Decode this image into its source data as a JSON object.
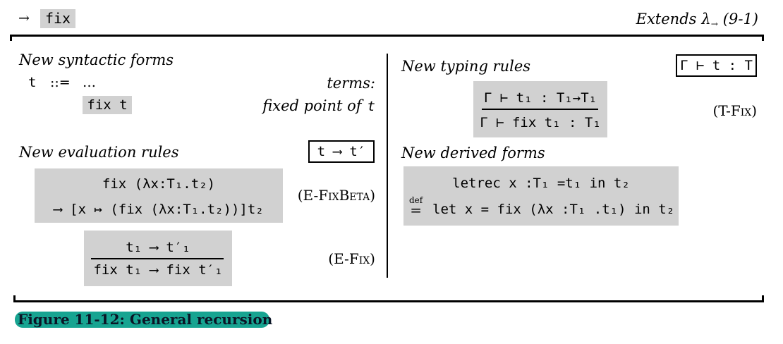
{
  "header": {
    "arrow": "→",
    "feature": "fix",
    "extends": "Extends",
    "lambda": "λ",
    "lambda_sub": "→",
    "ref": "(9-1)"
  },
  "syntax": {
    "heading": "New syntactic forms",
    "metavar": "t",
    "produces": "::=",
    "ellipsis": "…",
    "category": "terms:",
    "new_form": "fix t",
    "new_form_desc": "fixed point of",
    "new_form_var": "t"
  },
  "evaluation": {
    "heading": "New evaluation rules",
    "judgment": "t ⟶ t′",
    "rules": [
      {
        "name": "(E-FixBeta)",
        "lines": [
          "fix (λx:T₁.t₂)",
          "⟶ [x ↦ (fix (λx:T₁.t₂))]t₂"
        ]
      },
      {
        "name": "(E-Fix)",
        "premise": "t₁ ⟶ t′₁",
        "conclusion": "fix t₁ ⟶ fix t′₁"
      }
    ]
  },
  "typing": {
    "heading": "New typing rules",
    "judgment": "Γ ⊢ t : T",
    "rules": [
      {
        "name": "(T-Fix)",
        "premise": "Γ ⊢ t₁ : T₁→T₁",
        "conclusion": "Γ ⊢ fix t₁ : T₁"
      }
    ]
  },
  "derived": {
    "heading": "New derived forms",
    "sugar": "letrec x :T₁ =t₁ in t₂",
    "def_over": "def",
    "def_symbol": "=",
    "expansion": "let x = fix (λx :T₁ .t₁) in t₂"
  },
  "caption": "Figure 11-12: General recursion",
  "colors": {
    "ink": "#000000",
    "box_fill": "#d1d1d1",
    "caption_highlight": "#17a491",
    "caption_text": "#0b1526"
  }
}
